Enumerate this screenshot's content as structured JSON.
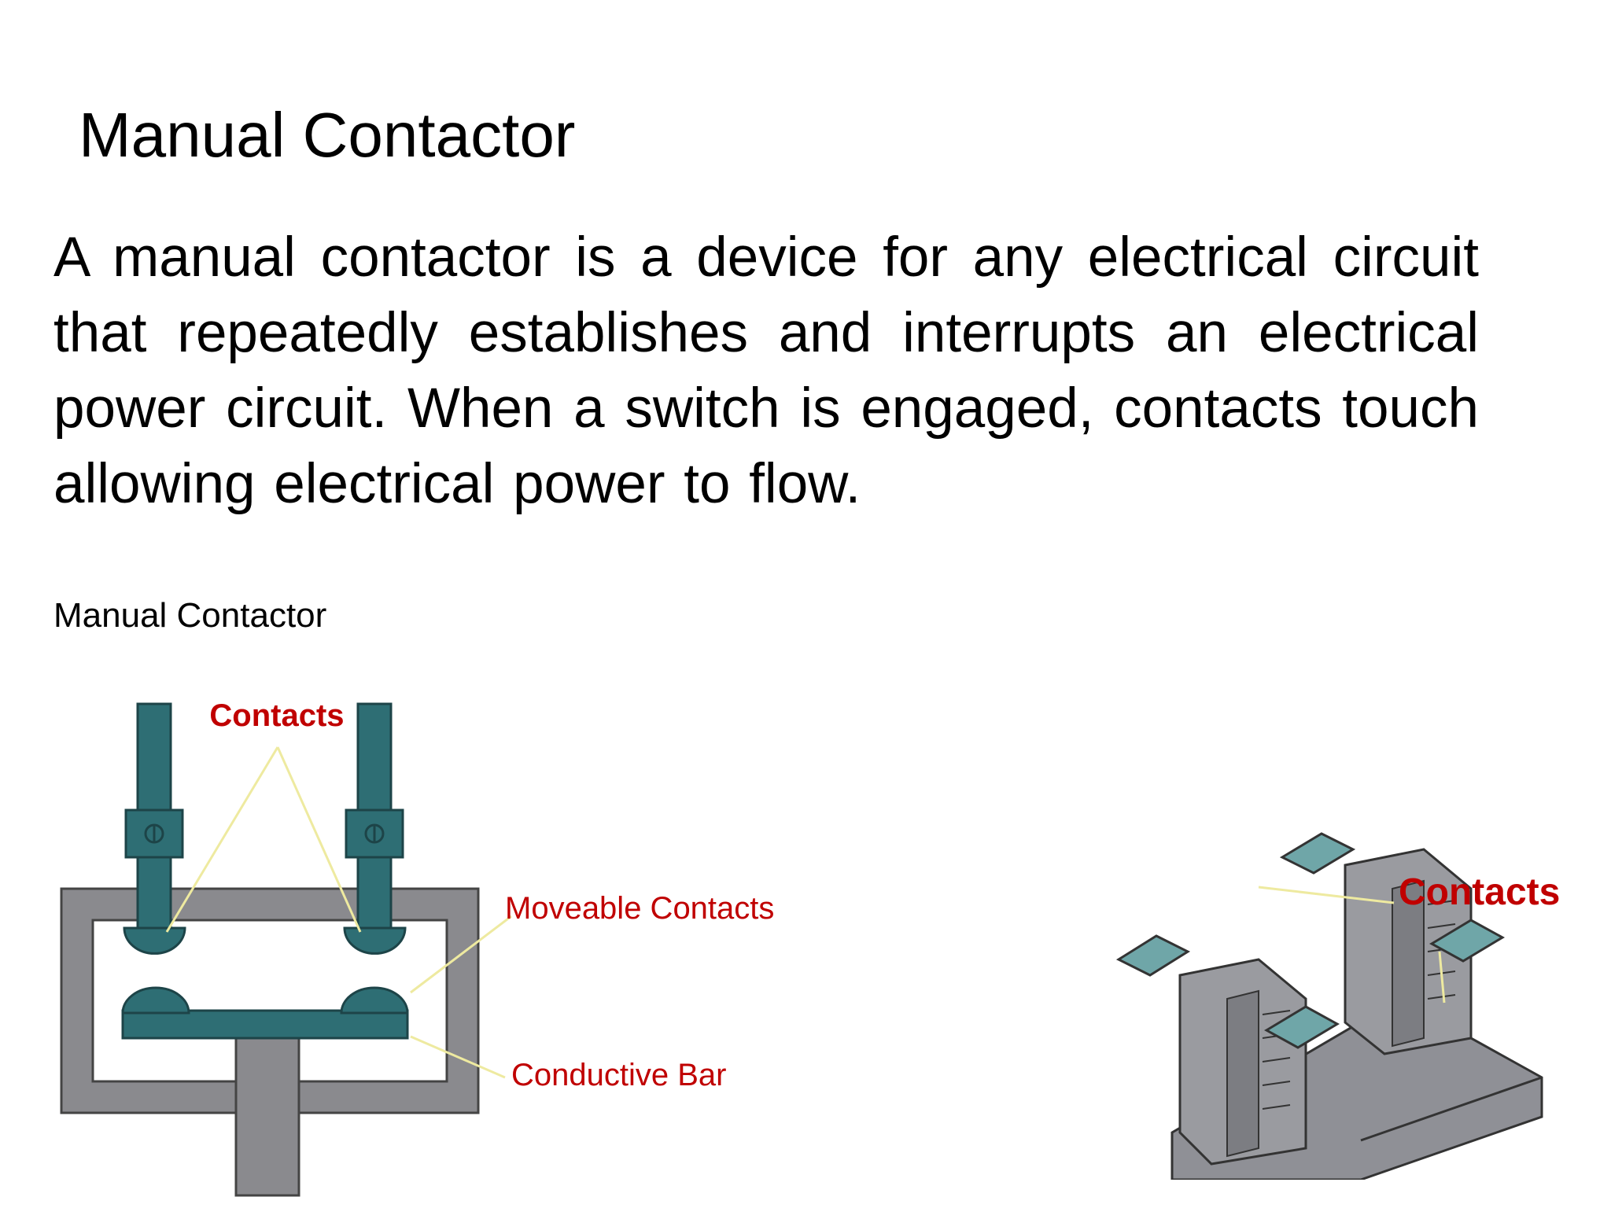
{
  "slide": {
    "title": "Manual Contactor",
    "body": "A manual contactor is a device for any electrical circuit that repeatedly establishes and interrupts an electrical power circuit.    When a switch is engaged, contacts touch allowing electrical power to flow.",
    "caption": "Manual Contactor"
  },
  "diagram_left": {
    "label_contacts": "Contacts",
    "label_moveable": "Moveable Contacts",
    "label_bar": "Conductive Bar"
  },
  "diagram_right": {
    "label_contacts": "Contacts"
  },
  "colors": {
    "label_red": "#c00000",
    "teal": "#2e6e74",
    "frame_gray": "#8a8a8e",
    "leader_yellow": "#f2f0a0"
  }
}
